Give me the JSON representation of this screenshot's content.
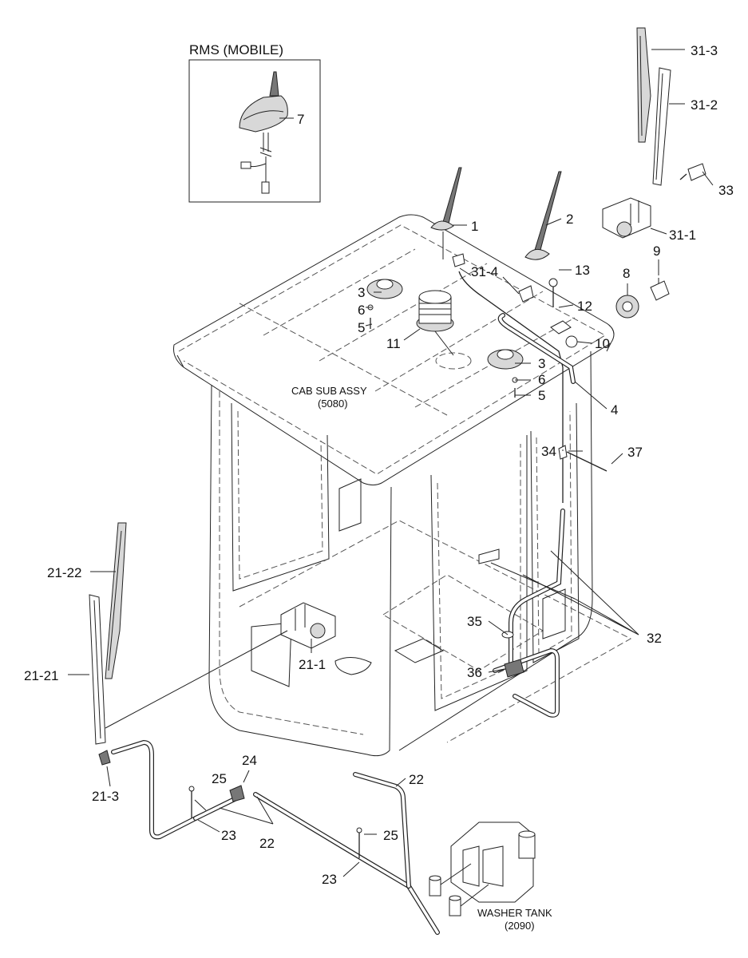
{
  "inset": {
    "title": "RMS (MOBILE)"
  },
  "notes": {
    "cab_line1": "CAB SUB ASSY",
    "cab_line2": "(5080)",
    "tank_line1": "WASHER TANK",
    "tank_line2": "(2090)"
  },
  "callouts": {
    "c1": "1",
    "c2": "2",
    "c3a": "3",
    "c3b": "3",
    "c4": "4",
    "c5a": "5",
    "c5b": "5",
    "c6a": "6",
    "c6b": "6",
    "c7": "7",
    "c8": "8",
    "c9": "9",
    "c10": "10",
    "c11": "11",
    "c12": "12",
    "c13": "13",
    "c21_1": "21-1",
    "c21_21": "21-21",
    "c21_22": "21-22",
    "c21_3": "21-3",
    "c22a": "22",
    "c22b": "22",
    "c23a": "23",
    "c23b": "23",
    "c24": "24",
    "c25a": "25",
    "c25b": "25",
    "c31_1": "31-1",
    "c31_2": "31-2",
    "c31_3": "31-3",
    "c31_4": "31-4",
    "c32": "32",
    "c33": "33",
    "c34": "34",
    "c35": "35",
    "c36": "36",
    "c37": "37"
  }
}
